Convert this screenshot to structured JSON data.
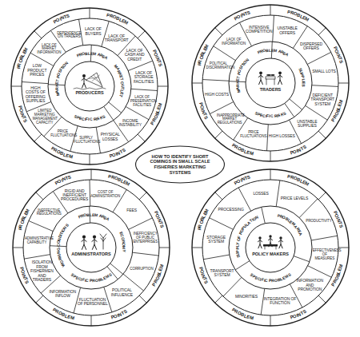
{
  "diagram": {
    "title": "HOW TO IDENTIFY SHORT COMINGS IN SMALL SCALE FISHERIES MARKETING SYSTEMS",
    "nodes": [
      {
        "text": [
          "PROBLEM",
          "POINTS",
          "PROBLEM",
          "POINTS",
          "PROBLEM",
          "POINTS",
          "PROBLEM",
          "POINTS"
        ]
      },
      {
        "text": [
          "PROBLEM AREA",
          "MARKET POSITION",
          "MARKET OUTLET",
          "SPECIFIC RISKS"
        ],
        "in": 0
      },
      {
        "text": [
          "PRODUCERS"
        ],
        "in": 1
      },
      {
        "text": [
          "DEPENDENCE ON TRADERS"
        ],
        "in": 0
      },
      {
        "text": [
          "LACK OF BUYERS"
        ],
        "in": 0
      },
      {
        "text": [
          "LACK OF TRANSPORT"
        ],
        "in": 0
      },
      {
        "text": [
          "LACK OF CASH AND CREDIT"
        ],
        "in": 0
      },
      {
        "text": [
          "LACK OF STORAGE FACILITIES"
        ],
        "in": 0
      },
      {
        "text": [
          "LACK OF PRESERVATION FACILITIES"
        ],
        "in": 0
      },
      {
        "text": [
          "INCOME INSTABILITY"
        ],
        "in": 0
      },
      {
        "text": [
          "PHYSICAL LOSSES"
        ],
        "in": 0
      },
      {
        "text": [
          "SUPPLY FLUCTUATIONS"
        ],
        "in": 0
      },
      {
        "text": [
          "PRICE FLUCTUATIONS"
        ],
        "in": 0
      },
      {
        "text": [
          "LIMITED MARKETING MANAGEMENT CAPACITY"
        ],
        "in": 0
      },
      {
        "text": [
          "HIGH COSTS OF OFFERING SUPPLIES"
        ],
        "in": 0
      },
      {
        "text": [
          "LOW PRODUCT PRICES"
        ],
        "in": 0
      },
      {
        "text": [
          "LACK OF MARKET INFORMATION"
        ],
        "in": 0
      },
      {
        "text": [
          "PROBLEM",
          "POINTS",
          "PROBLEM",
          "POINTS",
          "PROBLEM",
          "POINTS",
          "PROBLEM",
          "POINTS"
        ]
      },
      {
        "text": [
          "PROBLEM AREA",
          "MARKET POSITION",
          "SUPPLIES",
          "SPECIFIC RISKS"
        ],
        "in": 17
      },
      {
        "text": [
          "TRADERS"
        ],
        "in": 18
      },
      {
        "text": [
          "INTENSIVE COMPETITION"
        ],
        "in": 17
      },
      {
        "text": [
          "UNSTABLE OFFERS"
        ],
        "in": 17
      },
      {
        "text": [
          "DISPERSED OFFERS"
        ],
        "in": 17
      },
      {
        "text": [
          "SMALL LOTS"
        ],
        "in": 17
      },
      {
        "text": [
          "DEFICIENT TRANSPORT SYSTEM"
        ],
        "in": 17
      },
      {
        "text": [
          "UNSTABLE SUPPLIES"
        ],
        "in": 17
      },
      {
        "text": [
          "HIGH LOSSES"
        ],
        "in": 17
      },
      {
        "text": [
          "PRICE FLUCTUATIONS"
        ],
        "in": 17
      },
      {
        "text": [
          "INAPPROPRIATE MARKET REGULATIONS"
        ],
        "in": 17
      },
      {
        "text": [
          "HIGH COSTS"
        ],
        "in": 17
      },
      {
        "text": [
          "POLITICAL DISCRIMINATION"
        ],
        "in": 17
      },
      {
        "text": [
          "LACK OF INFORMATION"
        ],
        "in": 17
      },
      {
        "text": [
          "PROBLEM",
          "POINTS",
          "PROBLEM",
          "POINTS",
          "PROBLEM",
          "POINTS",
          "PROBLEM",
          "POINTS"
        ]
      },
      {
        "text": [
          "PROBLEM AREA",
          "WORKING CONDITIONS",
          "ECONOMY",
          "SPECIFIC PROBLEMS"
        ],
        "in": 32
      },
      {
        "text": [
          "ADMINISTRATORS"
        ],
        "in": 33
      },
      {
        "text": [
          "COST OF ADMINISTRATION"
        ],
        "in": 32
      },
      {
        "text": [
          "FEES"
        ],
        "in": 32
      },
      {
        "text": [
          "INEFFICIENCY OF PUBLIC ENTERPRISES"
        ],
        "in": 32
      },
      {
        "text": [
          "CORRUPTION"
        ],
        "in": 32
      },
      {
        "text": [
          "POLITICAL INFLUENCE"
        ],
        "in": 32
      },
      {
        "text": [
          "FLUCTUATION OF PERSONNEL"
        ],
        "in": 32
      },
      {
        "text": [
          "INFORMATION INFLOW"
        ],
        "in": 32
      },
      {
        "text": [
          "ISOLATION FROM FISHERMEN AND TRADERS"
        ],
        "in": 32
      },
      {
        "text": [
          "ADMINISTRATIVE CAPABILITY"
        ],
        "in": 32
      },
      {
        "text": [
          "INEFFECTIVE REGULATIONS"
        ],
        "in": 32
      },
      {
        "text": [
          "RIGID AND INEFFICIENT PROCEDURES"
        ],
        "in": 32
      },
      {
        "text": [
          "PROBLEM",
          "POINTS",
          "PROBLEM",
          "POINTS",
          "PROBLEM",
          "POINTS",
          "PROBLEM",
          "POINTS"
        ]
      },
      {
        "text": [
          "SUPPLY OF POPULATION",
          "PROBLEM AREA",
          "SPECIFIC PROBLEMS"
        ],
        "in": 46
      },
      {
        "text": [
          "POLICY MAKERS"
        ],
        "in": 47
      },
      {
        "text": [
          "LOSSES"
        ],
        "in": 46
      },
      {
        "text": [
          "PRICE LEVELS"
        ],
        "in": 46
      },
      {
        "text": [
          "PRODUCTIVITY"
        ],
        "in": 46
      },
      {
        "text": [
          "EFFECTIVENESS OF MEASURES"
        ],
        "in": 46
      },
      {
        "text": [
          "INFORMATION AND PROMOTION"
        ],
        "in": 46
      },
      {
        "text": [
          "INTEGRATION OF FUNCTION"
        ],
        "in": 46
      },
      {
        "text": [
          "MINORITIES"
        ],
        "in": 46
      },
      {
        "text": [
          "TRANSPORT SYSTEM"
        ],
        "in": 46
      },
      {
        "text": [
          "STORAGE SYSTEM"
        ],
        "in": 46
      },
      {
        "text": [
          "PROCESSING"
        ],
        "in": 46
      }
    ]
  }
}
